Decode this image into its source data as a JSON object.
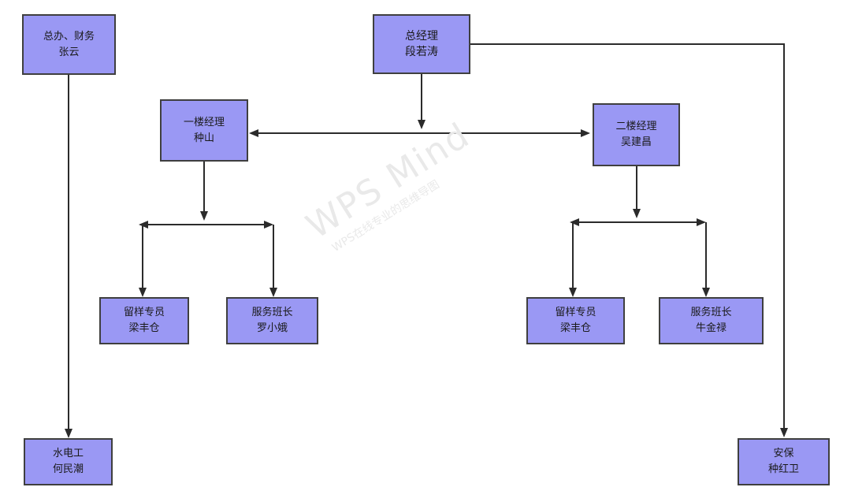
{
  "watermark": {
    "brand": "WPS Mind",
    "tagline": "WPS在线专业的思维导图"
  },
  "nodes": {
    "gm": {
      "line1": "总经理",
      "line2": "段若涛"
    },
    "office": {
      "line1": "总办、财务",
      "line2": "张云"
    },
    "f1mgr": {
      "line1": "一楼经理",
      "line2": "种山"
    },
    "f2mgr": {
      "line1": "二楼经理",
      "line2": "吴建昌"
    },
    "f1sample": {
      "line1": "留样专员",
      "line2": "梁丰仓"
    },
    "f1service": {
      "line1": "服务班长",
      "line2": "罗小娥"
    },
    "f2sample": {
      "line1": "留样专员",
      "line2": "梁丰仓"
    },
    "f2service": {
      "line1": "服务班长",
      "line2": "牛金禄"
    },
    "plumber": {
      "line1": "水电工",
      "line2": "何民潮"
    },
    "security": {
      "line1": "安保",
      "line2": "种红卫"
    }
  },
  "colors": {
    "node_fill": "#9a98f4",
    "node_border": "#3f3f3f",
    "line": "#2b2b2b"
  }
}
